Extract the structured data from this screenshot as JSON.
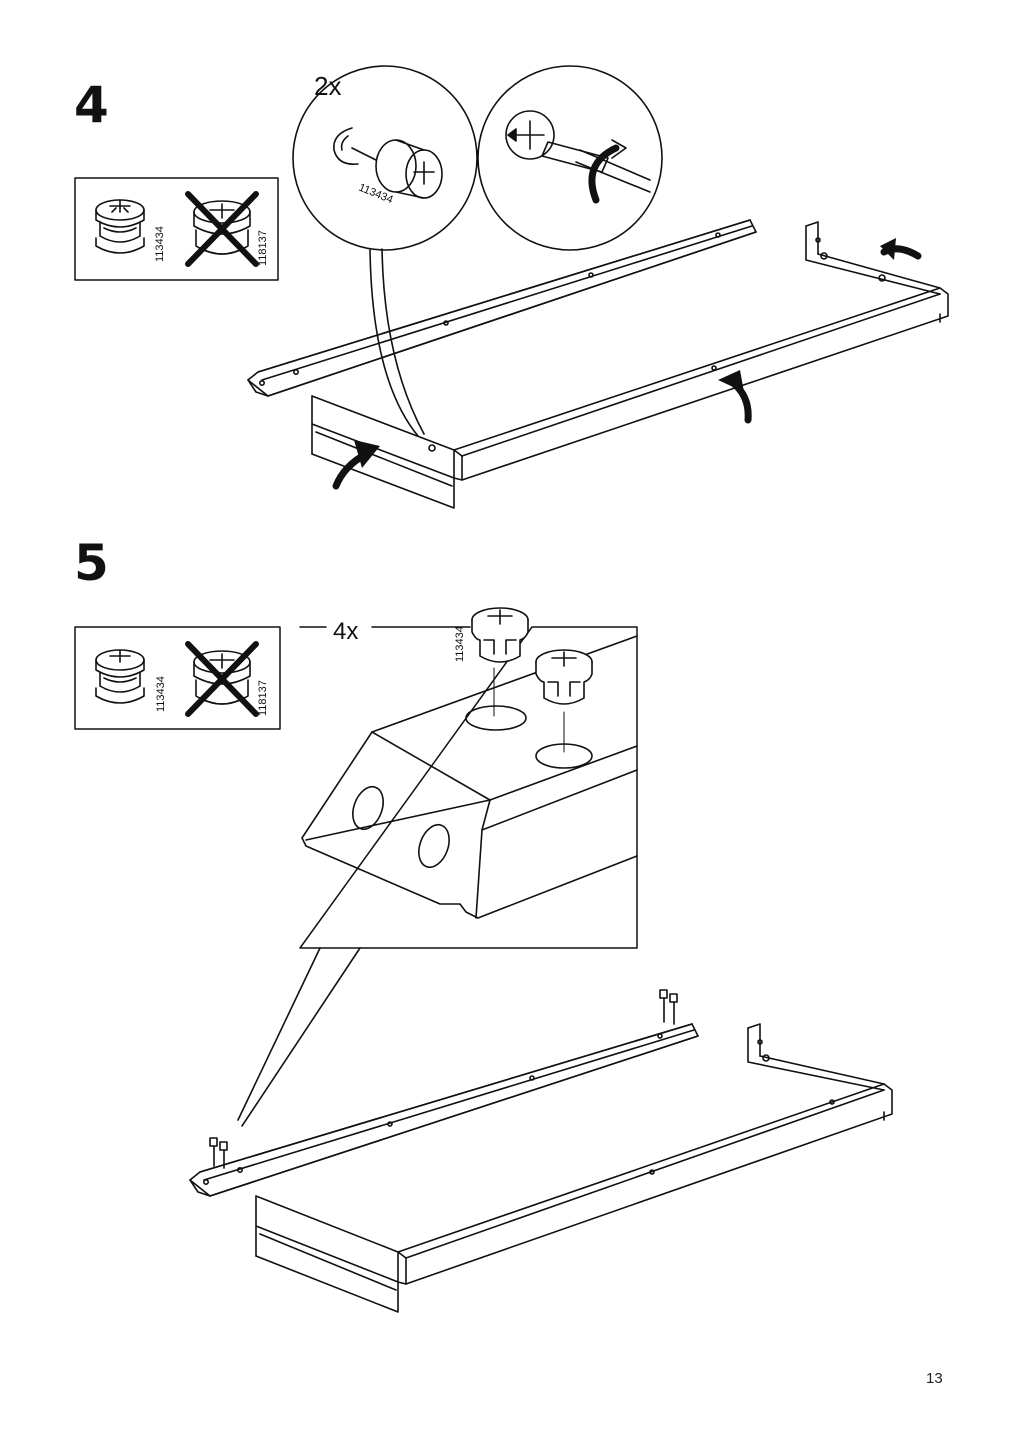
{
  "page_number": "13",
  "steps": [
    {
      "number": "4",
      "callout_quantity": "2x",
      "callout_part_code": "113434",
      "part_box": {
        "correct_part_code": "113434",
        "wrong_part_code": "118137"
      }
    },
    {
      "number": "5",
      "callout_quantity": "4x",
      "callout_part_code": "113434",
      "part_box": {
        "correct_part_code": "113434",
        "wrong_part_code": "118137"
      }
    }
  ],
  "icons": [
    "cam-lock-icon",
    "cross-out-icon",
    "screwdriver-icon",
    "rotate-arrow-icon",
    "curved-arrow-icon"
  ],
  "colors": {
    "line": "#111111",
    "background": "#ffffff"
  }
}
